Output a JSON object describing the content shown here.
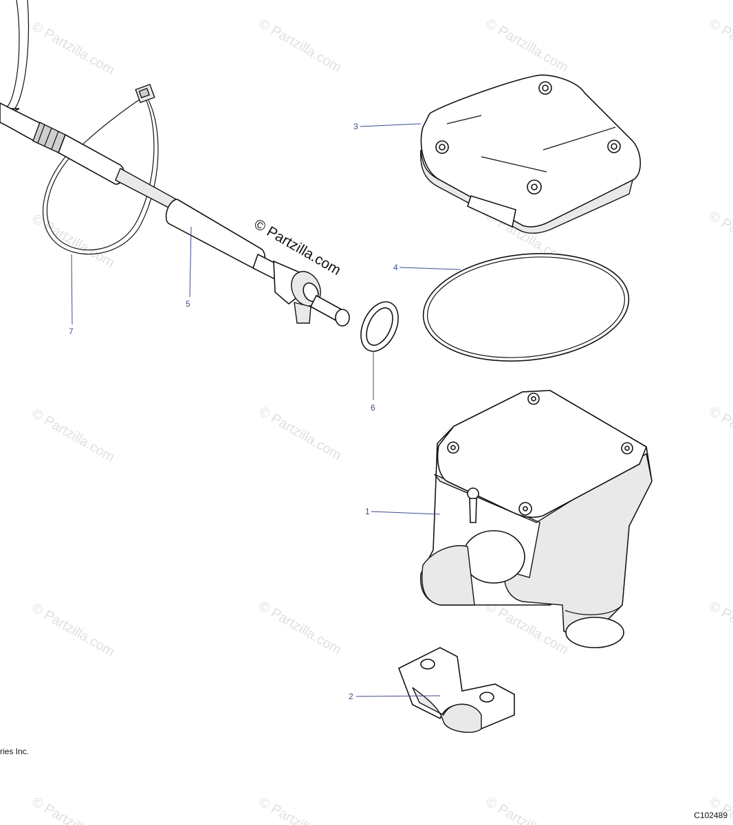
{
  "watermark": {
    "text": "© Partzilla.com"
  },
  "callouts": [
    {
      "number": "1",
      "part": "housing"
    },
    {
      "number": "2",
      "part": "clamp"
    },
    {
      "number": "3",
      "part": "cover"
    },
    {
      "number": "4",
      "part": "o-ring-large"
    },
    {
      "number": "5",
      "part": "cable"
    },
    {
      "number": "6",
      "part": "o-ring-small"
    },
    {
      "number": "7",
      "part": "cable-tie"
    }
  ],
  "footer": {
    "copyright": "ries Inc.",
    "diagram_code": "C102489"
  }
}
